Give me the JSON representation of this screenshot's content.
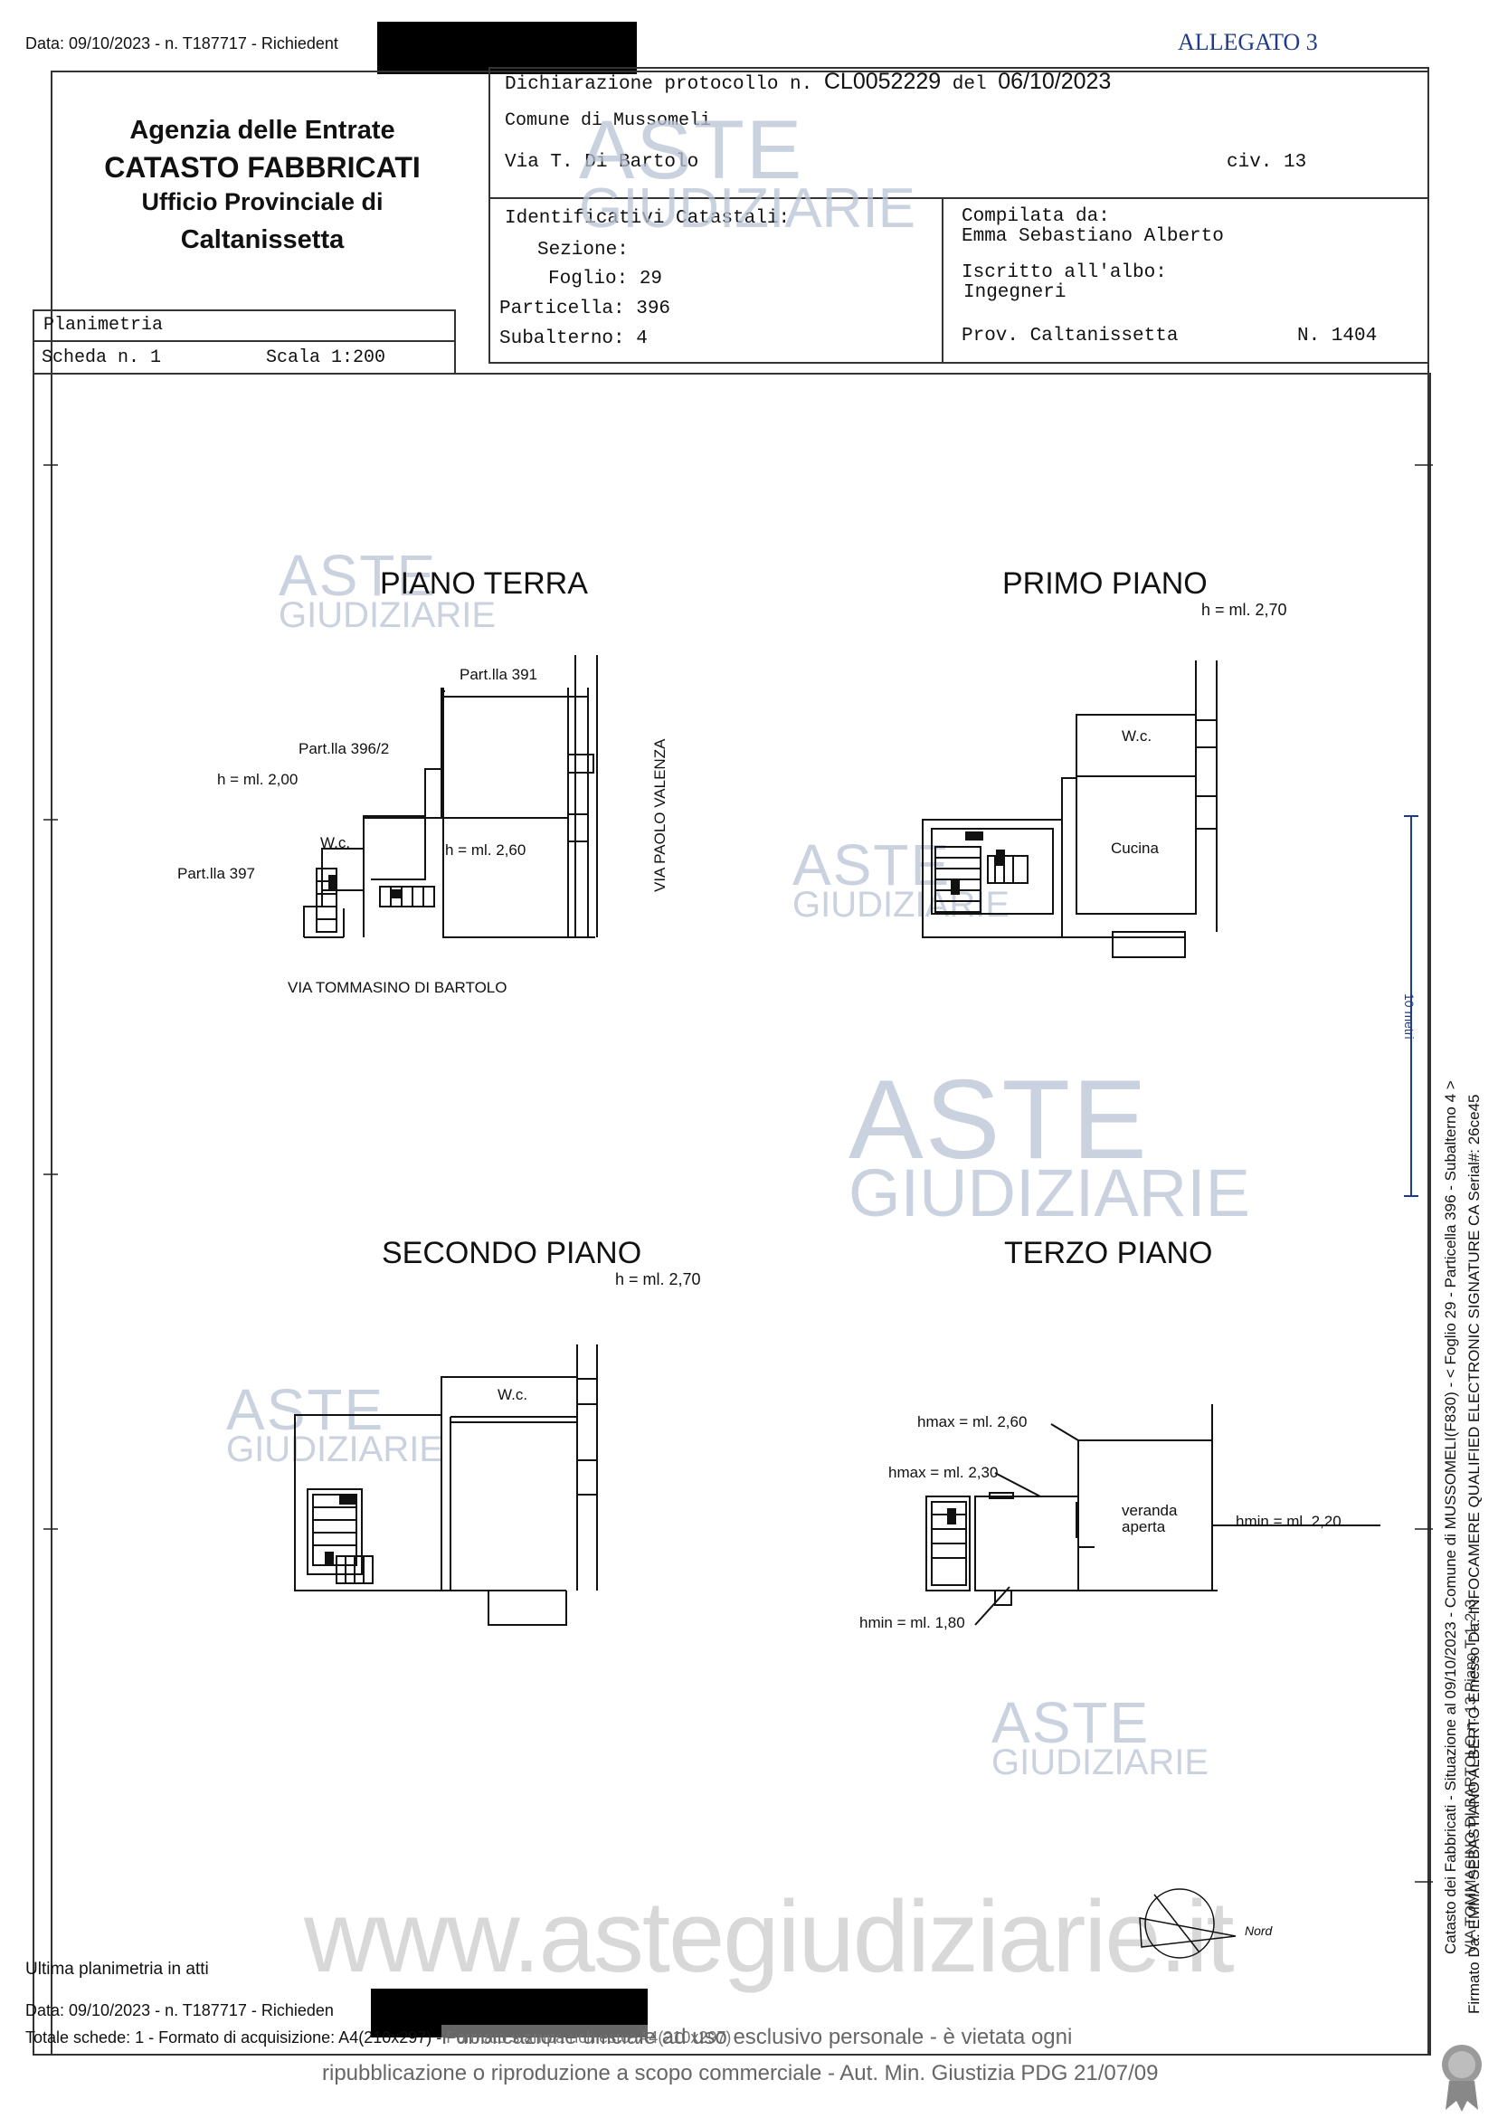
{
  "header": {
    "top_line": "Data: 09/10/2023 - n. T187717 - Richiedent",
    "allegato": "ALLEGATO 3"
  },
  "agency": {
    "line1": "Agenzia delle Entrate",
    "line2": "CATASTO FABBRICATI",
    "line3": "Ufficio Provinciale di",
    "line4": "Caltanissetta"
  },
  "declaration": {
    "prefix": "Dichiarazione protocollo n.",
    "number": "CL0052229",
    "del": "del",
    "date": "06/10/2023",
    "comune": "Comune di Mussomeli",
    "via": "Via T. Di Bartolo",
    "civ": "civ. 13"
  },
  "identifiers": {
    "title": "Identificativi Catastali:",
    "sezione": "Sezione:",
    "foglio": "Foglio: 29",
    "particella": "Particella: 396",
    "subalterno": "Subalterno: 4"
  },
  "compiler": {
    "label": "Compilata da:",
    "name": "Emma Sebastiano Alberto",
    "albo_label": "Iscritto all'albo:",
    "albo": "Ingegneri",
    "prov": "Prov. Caltanissetta",
    "number": "N. 1404"
  },
  "planimetria": {
    "label": "Planimetria",
    "scheda": "Scheda n. 1",
    "scala": "Scala 1:200"
  },
  "floors": {
    "terra": {
      "title": "PIANO TERRA",
      "part391": "Part.lla 391",
      "part396_2": "Part.lla 396/2",
      "h1": "h = ml. 2,00",
      "wc": "W.c.",
      "h2": "h = ml. 2,60",
      "part397": "Part.lla 397",
      "via_tommasino": "VIA TOMMASINO DI BARTOLO",
      "via_paolo": "VIA PAOLO VALENZA"
    },
    "primo": {
      "title": "PRIMO PIANO",
      "h": "h = ml. 2,70",
      "wc": "W.c.",
      "cucina": "Cucina"
    },
    "secondo": {
      "title": "SECONDO PIANO",
      "h": "h = ml. 2,70",
      "wc": "W.c."
    },
    "terzo": {
      "title": "TERZO PIANO",
      "hmax1": "hmax = ml. 2,60",
      "hmax2": "hmax = ml. 2,30",
      "veranda1": "veranda",
      "veranda2": "aperta",
      "hmin1": "hmin = ml. 2,20",
      "hmin2": "hmin = ml. 1,80"
    }
  },
  "scale_bar": "10 metri",
  "north": "Nord",
  "side_text": {
    "line1": "Catasto dei Fabbricati - Situazione al 09/10/2023 - Comune di MUSSOMELI(F830) - < Foglio 29 - Particella 396 - Subalterno 4 >",
    "line2": "VIA TOMMASINO DI BARTOLO n. 13 Piano T-1-2-3",
    "line3": "Firmato Da: EMMA SEBASTIANO ALBERTO Emesso Da: INFOCAMERE QUALIFIED ELECTRONIC SIGNATURE CA Serial#: 26ce45"
  },
  "watermark": {
    "line1": "ASTE",
    "line2": "GIUDIZIARIE",
    "url": "www.astegiudiziarie.it"
  },
  "footer": {
    "ultima": "Ultima planimetria in atti",
    "data_line": "Data: 09/10/2023 - n. T187717 - Richieden",
    "totale": "Totale schede: 1 - Formato di acquisizione: A4(210x297) - Formato stampa richiesto: A4(210x297)",
    "pubblicazione1": "Pubblicazione ufficiale ad uso esclusivo personale - è vietata ogni",
    "pubblicazione2": "ripubblicazione o riproduzione a scopo commerciale - Aut. Min. Giustizia PDG 21/07/09"
  }
}
